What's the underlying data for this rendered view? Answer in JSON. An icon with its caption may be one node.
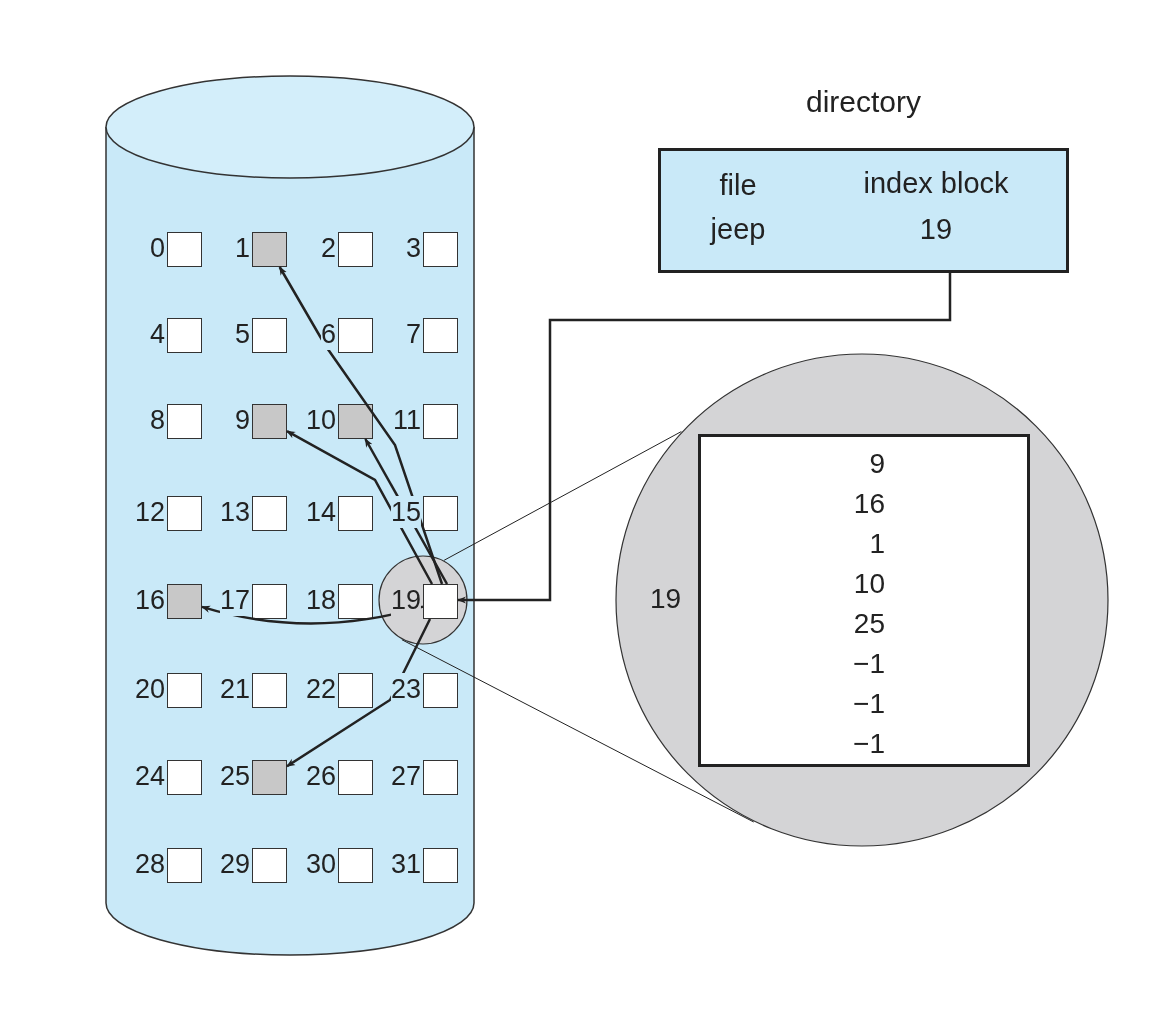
{
  "diagram": {
    "nodes": [
      {
        "text": [],
        "shape": "cylinder"
      },
      {
        "text": [],
        "shape": "box",
        "in": 0,
        "beside": [
          "0"
        ]
      },
      {
        "text": [],
        "shape": "box",
        "in": 0,
        "beside": [
          "1"
        ]
      },
      {
        "text": [],
        "shape": "box",
        "in": 0,
        "beside": [
          "2"
        ]
      },
      {
        "text": [],
        "shape": "box",
        "in": 0,
        "beside": [
          "3"
        ]
      },
      {
        "text": [],
        "shape": "box",
        "in": 0,
        "beside": [
          "4"
        ]
      },
      {
        "text": [],
        "shape": "box",
        "in": 0,
        "beside": [
          "5"
        ]
      },
      {
        "text": [],
        "shape": "box",
        "in": 0,
        "beside": [
          "6"
        ]
      },
      {
        "text": [],
        "shape": "box",
        "in": 0,
        "beside": [
          "7"
        ]
      },
      {
        "text": [],
        "shape": "box",
        "in": 0,
        "beside": [
          "8"
        ]
      },
      {
        "text": [],
        "shape": "box",
        "in": 0,
        "beside": [
          "9"
        ]
      },
      {
        "text": [],
        "shape": "box",
        "in": 0,
        "beside": [
          "10"
        ]
      },
      {
        "text": [],
        "shape": "box",
        "in": 0,
        "beside": [
          "11"
        ]
      },
      {
        "text": [],
        "shape": "box",
        "in": 0,
        "beside": [
          "12"
        ]
      },
      {
        "text": [],
        "shape": "box",
        "in": 0,
        "beside": [
          "13"
        ]
      },
      {
        "text": [],
        "shape": "box",
        "in": 0,
        "beside": [
          "14"
        ]
      },
      {
        "text": [],
        "shape": "box",
        "in": 0,
        "beside": [
          "15"
        ]
      },
      {
        "text": [],
        "shape": "box",
        "in": 0,
        "beside": [
          "16"
        ]
      },
      {
        "text": [],
        "shape": "box",
        "in": 0,
        "beside": [
          "17"
        ]
      },
      {
        "text": [],
        "shape": "box",
        "in": 0,
        "beside": [
          "18"
        ]
      },
      {
        "text": [],
        "shape": "circle",
        "in": 0
      },
      {
        "text": [],
        "shape": "box",
        "in": 20,
        "beside": [
          "19"
        ]
      },
      {
        "text": [],
        "shape": "box",
        "in": 0,
        "beside": [
          "20"
        ]
      },
      {
        "text": [],
        "shape": "box",
        "in": 0,
        "beside": [
          "21"
        ]
      },
      {
        "text": [],
        "shape": "box",
        "in": 0,
        "beside": [
          "22"
        ]
      },
      {
        "text": [],
        "shape": "box",
        "in": 0,
        "beside": [
          "23"
        ]
      },
      {
        "text": [],
        "shape": "box",
        "in": 0,
        "beside": [
          "24"
        ]
      },
      {
        "text": [],
        "shape": "box",
        "in": 0,
        "beside": [
          "25"
        ]
      },
      {
        "text": [],
        "shape": "box",
        "in": 0,
        "beside": [
          "26"
        ]
      },
      {
        "text": [],
        "shape": "box",
        "in": 0,
        "beside": [
          "27"
        ]
      },
      {
        "text": [],
        "shape": "box",
        "in": 0,
        "beside": [
          "28"
        ]
      },
      {
        "text": [],
        "shape": "box",
        "in": 0,
        "beside": [
          "29"
        ]
      },
      {
        "text": [],
        "shape": "box",
        "in": 0,
        "beside": [
          "30"
        ]
      },
      {
        "text": [],
        "shape": "box",
        "in": 0,
        "beside": [
          "31"
        ]
      },
      {
        "text": [
          "directory",
          "file",
          "index block",
          "jeep",
          "19"
        ]
      },
      {
        "text": [],
        "shape": "circle",
        "beside": [
          "19"
        ]
      },
      {
        "text": [
          "9",
          "16",
          "1",
          "10",
          "25",
          "−1",
          "−1",
          "−1"
        ],
        "in": 35
      }
    ],
    "edges": [
      {
        "from": 21,
        "to": 2,
        "arrow": "to"
      },
      {
        "from": 21,
        "to": 10,
        "arrow": "to"
      },
      {
        "from": 21,
        "to": 11,
        "arrow": "to"
      },
      {
        "from": 21,
        "to": 17,
        "arrow": "to"
      },
      {
        "from": 21,
        "to": 27,
        "arrow": "to"
      },
      {
        "from": 34,
        "to": 21,
        "arrow": "to"
      },
      {
        "from": 20,
        "to": 35,
        "arrow": "none"
      },
      {
        "from": 20,
        "to": 35,
        "arrow": "none"
      }
    ]
  }
}
